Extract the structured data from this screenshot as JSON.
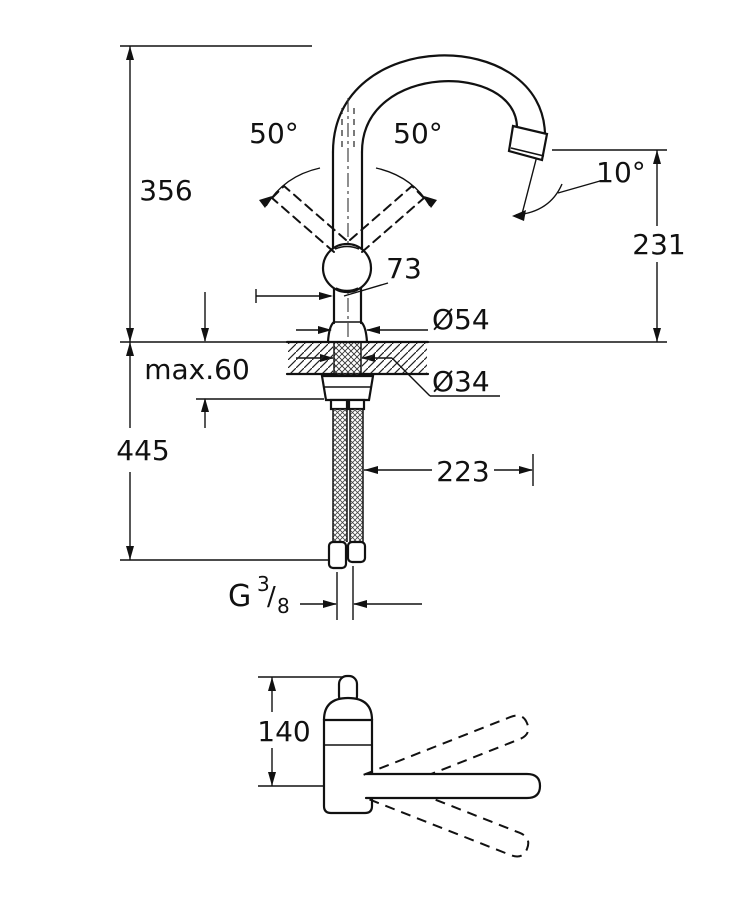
{
  "page": {
    "background": "#ffffff",
    "line_color": "#111111"
  },
  "drawing": {
    "type": "technical-dimension-diagram",
    "subject": "single-lever kitchen mixer tap with high C-spout, side elevation and front swivel view",
    "views": {
      "side_view": {
        "dim_total_height": "356",
        "dim_hose_length": "445",
        "dim_outlet_height": "231",
        "angle_lever_left": "50°",
        "angle_lever_right": "50°",
        "angle_outlet": "10°",
        "dim_lever_offset": "73",
        "dim_base_diameter": "Ø54",
        "dim_max_deck_thickness": "max.60",
        "dim_shank_diameter": "Ø34",
        "dim_spout_reach": "223",
        "thread_letter": "G",
        "thread_numerator": "3",
        "thread_slash": "/",
        "thread_denominator": "8"
      },
      "front_view": {
        "dim_top_to_spout": "140"
      }
    }
  }
}
